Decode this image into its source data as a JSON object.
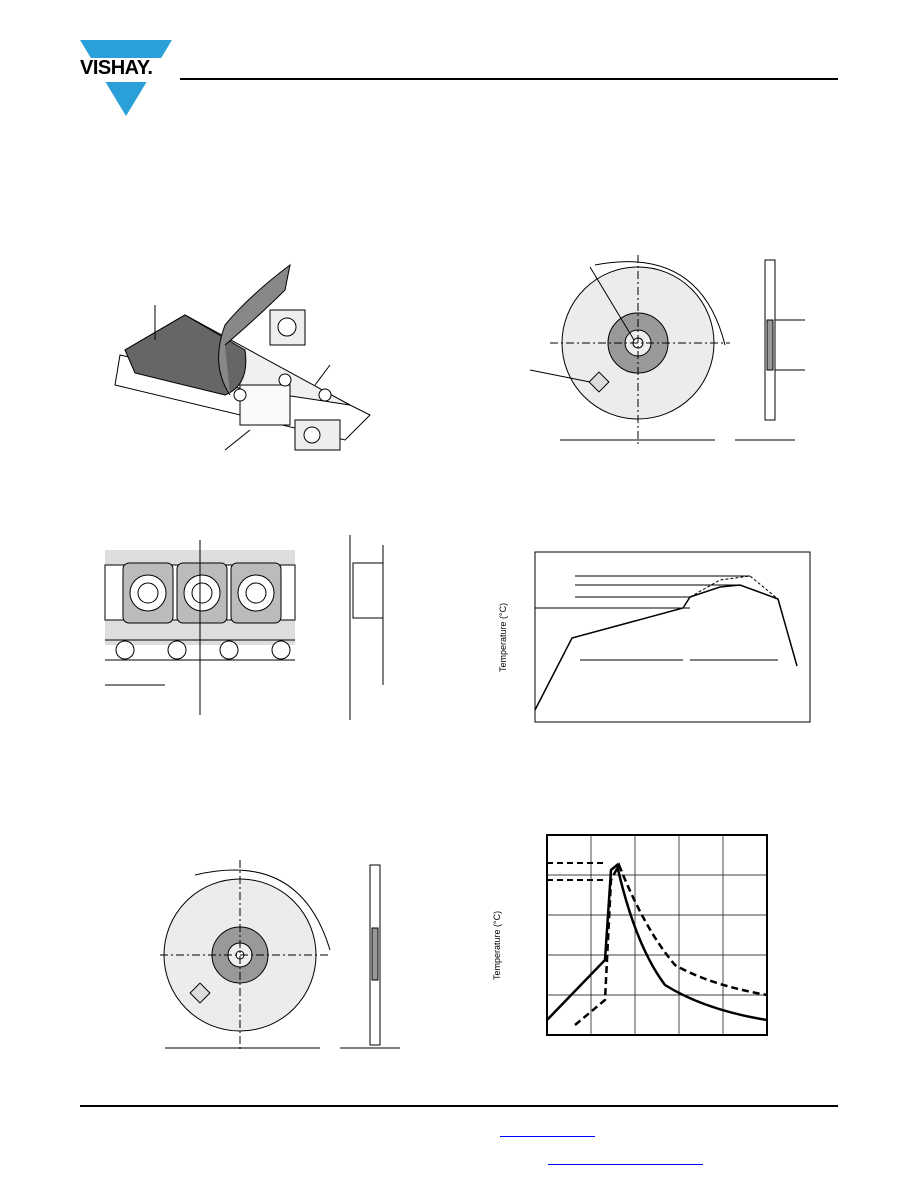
{
  "header": {
    "logo_text": "VISHAY.",
    "brand_color": "#2a9fd8"
  },
  "figures": {
    "reel_profile_ylabel": "Temperature (°C)",
    "wave_profile_ylabel": "Temperature (°C)"
  },
  "footer": {
    "link_color": "#0000ff"
  }
}
